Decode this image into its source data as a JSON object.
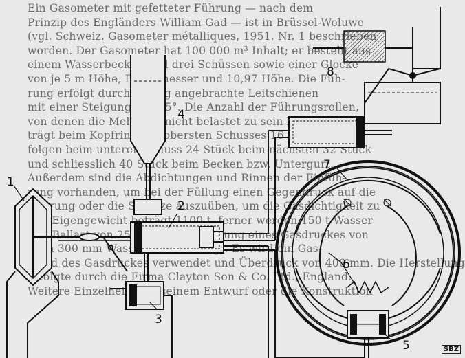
{
  "background_text": [
    "Ein Gasometer mit gefetteter Führung — nach dem",
    "Prinzip des Engländers William Gad — ist in Brüssel-Woluwe",
    "(vgl. Schweiz. Gasometer métalliques, 1951. Nr. 1 beschrieben",
    "worden. Der Gasometer hat 100 000 m³ Inhalt; er besteht aus",
    "einem Wasserbecken und drei Schüssen sowie einer Glocke",
    "von je 5 m Höhe, Durchmesser und 10,97 Höhe. Die Füh-",
    "rung erfolgt durch schräg angebrachte Leitschienen",
    "mit einer Steigung von 45°. Die Anzahl der Führungsrollen,",
    "von denen die Mehrzahl nicht belastet zu sein braucht, be-",
    "trägt beim Kopfring des obersten Schusses 16 Stück, dann",
    "folgen beim unteren Schuss 24 Stück beim nächsten 32 Stück",
    "und schliesslich 40 Stück beim Becken bzw. Untergurt.",
    "Außerdem sind die Abdichtungen und Rinnen der Einfüh-",
    "rung vorhanden, um bei der Füllung einen Gegendruck auf die",
    "Führung oder die Schlitze auszuüben, um die Gasdichtigkeit zu",
    "Das Eigengewicht beträgt 1100 t, ferner werden 150 t Wasser",
    "und Ballast von 25 kg/m² zur Erzielung eines Gasdruckes von",
    "etwa 300 mm Wassersäule benötigt. Es wird ein Gas-",
    "stand des Gasdruckes verwendet und Überdruck von 400 mm. Die Herstellung",
    "erfolgte durch die Firma Clayton Son & Co. Ltd., England.",
    "Weitere Einzelheiten in seinem Entwurf oder die Konstruktion"
  ],
  "labels": {
    "l1": "1",
    "l2": "2",
    "l3": "3",
    "l4": "4",
    "l5": "5",
    "l6": "6",
    "l7": "7",
    "l8": "8"
  },
  "stamp": "SBZ"
}
